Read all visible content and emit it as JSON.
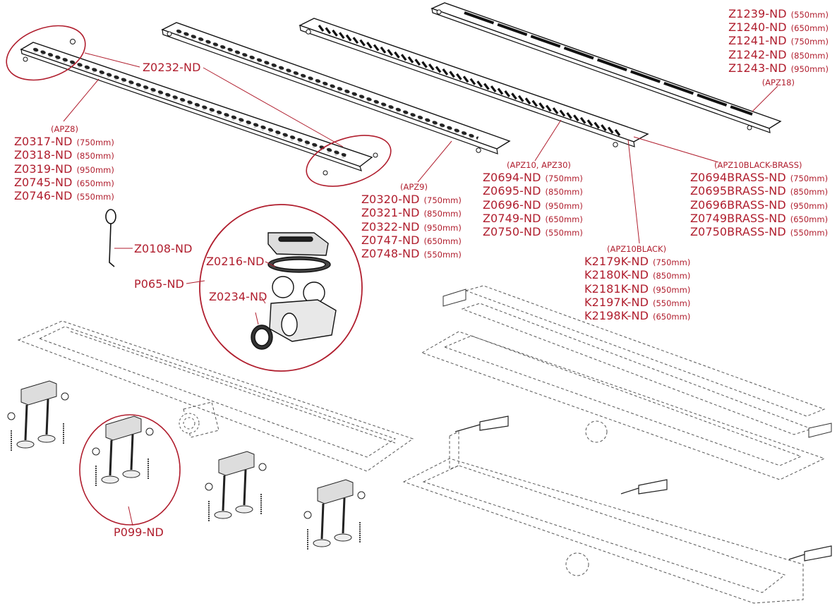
{
  "colors": {
    "label": "#b01e2e",
    "line": "#1a1a1a",
    "dashed": "#555555",
    "callout": "#b01e2e"
  },
  "groups": [
    {
      "id": "apz8",
      "title": "(APZ8)",
      "items": [
        {
          "code": "Z0317-ND",
          "size": "(750mm)"
        },
        {
          "code": "Z0318-ND",
          "size": "(850mm)"
        },
        {
          "code": "Z0319-ND",
          "size": "(950mm)"
        },
        {
          "code": "Z0745-ND",
          "size": "(650mm)"
        },
        {
          "code": "Z0746-ND",
          "size": "(550mm)"
        }
      ]
    },
    {
      "id": "apz9",
      "title": "(APZ9)",
      "items": [
        {
          "code": "Z0320-ND",
          "size": "(750mm)"
        },
        {
          "code": "Z0321-ND",
          "size": "(850mm)"
        },
        {
          "code": "Z0322-ND",
          "size": "(950mm)"
        },
        {
          "code": "Z0747-ND",
          "size": "(650mm)"
        },
        {
          "code": "Z0748-ND",
          "size": "(550mm)"
        }
      ]
    },
    {
      "id": "apz10",
      "title": "(APZ10, APZ30)",
      "items": [
        {
          "code": "Z0694-ND",
          "size": "(750mm)"
        },
        {
          "code": "Z0695-ND",
          "size": "(850mm)"
        },
        {
          "code": "Z0696-ND",
          "size": "(950mm)"
        },
        {
          "code": "Z0749-ND",
          "size": "(650mm)"
        },
        {
          "code": "Z0750-ND",
          "size": "(550mm)"
        }
      ]
    },
    {
      "id": "apz18",
      "title": "(APZ18)",
      "items": [
        {
          "code": "Z1239-ND",
          "size": "(550mm)"
        },
        {
          "code": "Z1240-ND",
          "size": "(650mm)"
        },
        {
          "code": "Z1241-ND",
          "size": "(750mm)"
        },
        {
          "code": "Z1242-ND",
          "size": "(850mm)"
        },
        {
          "code": "Z1243-ND",
          "size": "(950mm)"
        }
      ]
    },
    {
      "id": "apz10brass",
      "title": "(APZ10BLACK-BRASS)",
      "items": [
        {
          "code": "Z0694BRASS-ND",
          "size": "(750mm)"
        },
        {
          "code": "Z0695BRASS-ND",
          "size": "(850mm)"
        },
        {
          "code": "Z0696BRASS-ND",
          "size": "(950mm)"
        },
        {
          "code": "Z0749BRASS-ND",
          "size": "(650mm)"
        },
        {
          "code": "Z0750BRASS-ND",
          "size": "(550mm)"
        }
      ]
    },
    {
      "id": "apz10black",
      "title": "(APZ10BLACK)",
      "items": [
        {
          "code": "K2179K-ND",
          "size": "(750mm)"
        },
        {
          "code": "K2180K-ND",
          "size": "(850mm)"
        },
        {
          "code": "K2181K-ND",
          "size": "(950mm)"
        },
        {
          "code": "K2197K-ND",
          "size": "(550mm)"
        },
        {
          "code": "K2198K-ND",
          "size": "(650mm)"
        }
      ]
    }
  ],
  "callouts": {
    "z0232": "Z0232-ND",
    "z0108": "Z0108-ND",
    "z0216": "Z0216-ND",
    "p065": "P065-ND",
    "z0234": "Z0234-ND",
    "p099": "P099-ND"
  }
}
